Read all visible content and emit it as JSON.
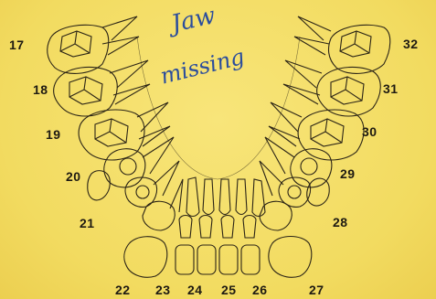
{
  "handwriting": {
    "line1": "Jaw",
    "line2": "missing"
  },
  "tooth_numbers": {
    "upper_left": [
      "17",
      "18",
      "19",
      "20",
      "21"
    ],
    "upper_right": [
      "32",
      "31",
      "30",
      "29",
      "28"
    ],
    "bottom_row": [
      "22",
      "23",
      "24",
      "25",
      "26",
      "27"
    ]
  },
  "colors": {
    "paper": "#f5df6a",
    "ink": "#2b2416",
    "handwriting": "#2b4d9c"
  }
}
